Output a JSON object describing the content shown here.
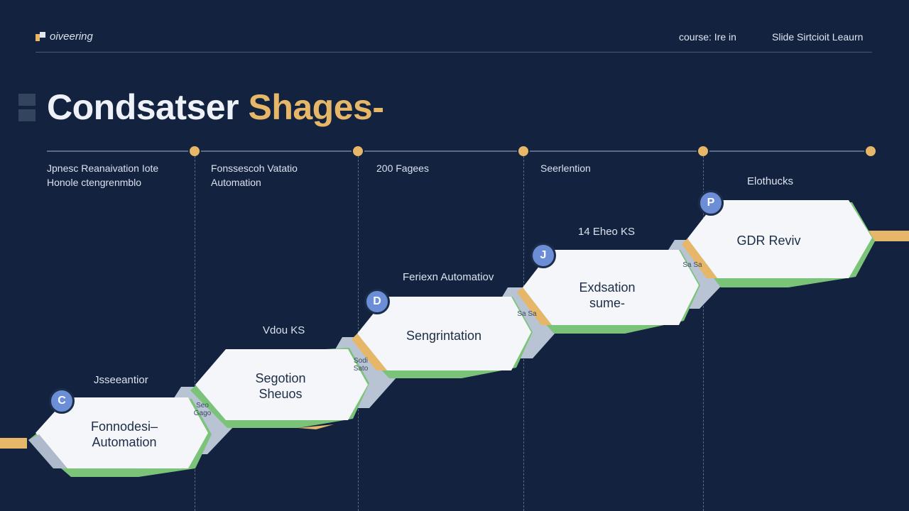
{
  "header": {
    "logo_text": "oiveering",
    "nav": [
      "course: Ire    in",
      "Slide Sirtcioit Leaurn"
    ]
  },
  "title": {
    "part1": "Condsatser ",
    "part2": "Shages-"
  },
  "milestones": [
    {
      "label_lines": [
        "Jpnesc Reanaivation Iote",
        "Honole ctengrenmblo"
      ]
    },
    {
      "label_lines": [
        "Fonssescoh Vatatio",
        "Automation"
      ]
    },
    {
      "label_lines": [
        "200 Fagees"
      ]
    },
    {
      "label_lines": [
        "Seerlention"
      ]
    },
    {
      "label_lines": []
    }
  ],
  "steps": [
    {
      "caption": "Jsseeantior",
      "badge": "C",
      "card_lines": [
        "Fonnodesi–",
        "Automation"
      ],
      "side_note": ""
    },
    {
      "caption": "Vdou KS",
      "badge": "",
      "card_lines": [
        "Segotion",
        "Sheuos"
      ],
      "side_note": "Seo Gago"
    },
    {
      "caption": "Feriexn Automatiov",
      "badge": "D",
      "card_lines": [
        "Sengrintation"
      ],
      "side_note": "Sodi Sato"
    },
    {
      "caption": "14 Eheo KS",
      "badge": "J",
      "card_lines": [
        "Exdsation",
        "sume-"
      ],
      "side_note": "Sa Sa"
    },
    {
      "caption": "Elothucks",
      "badge": "P",
      "card_lines": [
        "GDR Reviv"
      ],
      "side_note": "Sa Sa"
    }
  ],
  "colors": {
    "background": "#13233f",
    "accent_gold": "#e6b768",
    "accent_green": "#7cc37a",
    "card": "#f4f6f9",
    "badge": "#6c8ed7"
  }
}
